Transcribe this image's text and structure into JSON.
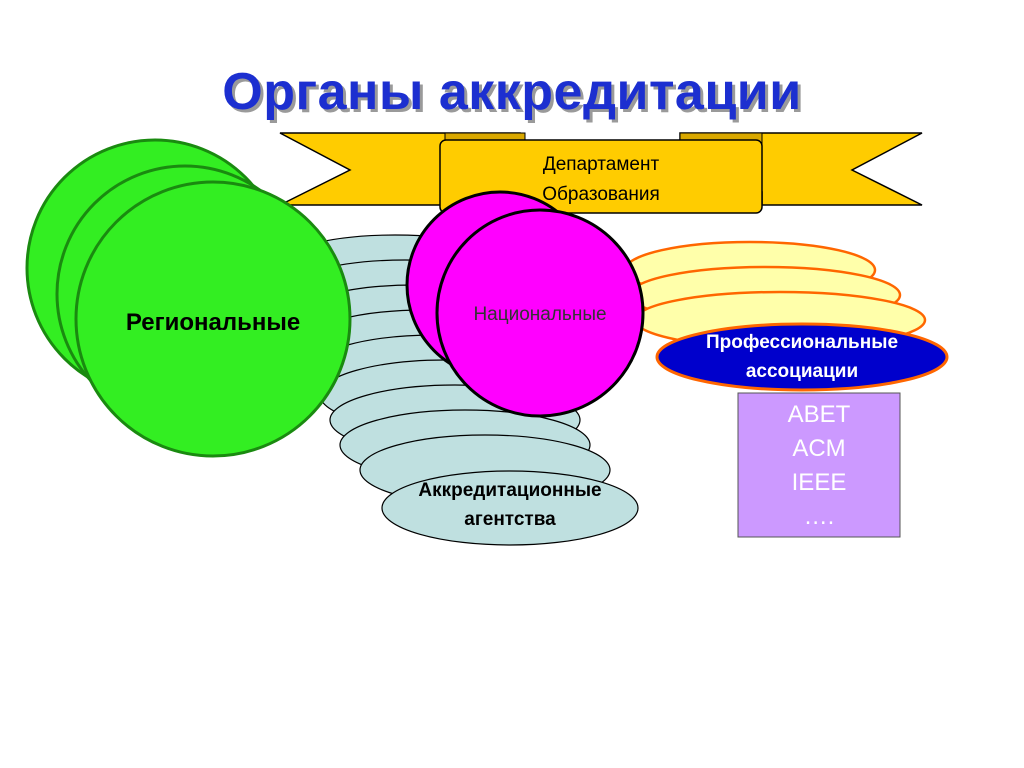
{
  "title": "Органы аккредитации",
  "department": {
    "line1": "Департамент",
    "line2": "Образования"
  },
  "regional": {
    "label": "Региональные"
  },
  "national": {
    "label": "Национальные"
  },
  "agencies": {
    "line1": "Аккредитационные",
    "line2": "агентства"
  },
  "professional": {
    "line1": "Профессиональные",
    "line2": "ассоциации"
  },
  "examples": [
    "ABET",
    "ACM",
    "IEEE",
    "…."
  ],
  "colors": {
    "title": "#1c2fd0",
    "banner": "#ffcc00",
    "regional": "#33ee22",
    "national": "#ff00ff",
    "agencies": "#bfe0e0",
    "professional_stack": "#ffffaa",
    "professional_label": "#0000cc",
    "examples_box": "#cc99ff"
  }
}
